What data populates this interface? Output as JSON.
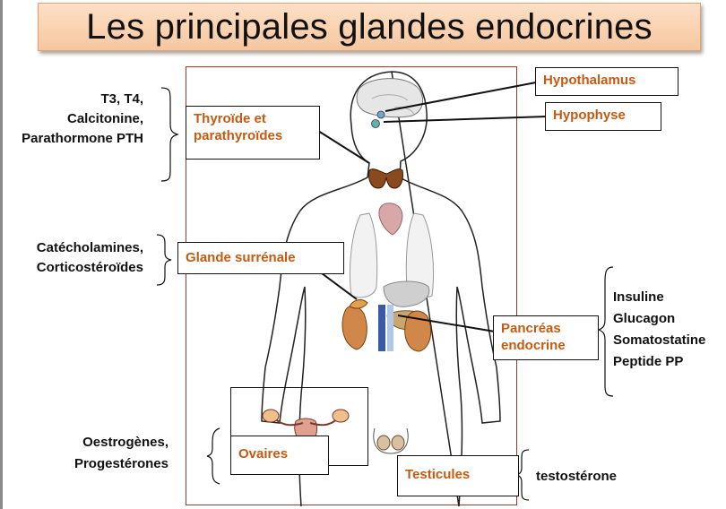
{
  "title": "Les principales glandes endocrines",
  "colors": {
    "label_text": "#c55a11",
    "title_bg": "#f9d3b3",
    "frame": "#9a3a2a"
  },
  "glands": {
    "hypothalamus": "Hypothalamus",
    "hypophyse": "Hypophyse",
    "thyroide_line1": "Thyroïde et",
    "thyroide_line2": "parathyroïdes",
    "surrenale": "Glande surrénale",
    "pancreas_line1": "Pancréas",
    "pancreas_line2": "endocrine",
    "ovaires": "Ovaires",
    "testicules": "Testicules"
  },
  "hormones": {
    "thyroide": [
      "T3, T4,",
      "Calcitonine,",
      "Parathormone PTH"
    ],
    "surrenale": [
      "Catécholamines,",
      "Corticostéroïdes"
    ],
    "pancreas": [
      "Insuline",
      "Glucagon",
      "Somatostatine",
      "Peptide PP"
    ],
    "ovaires": [
      "Oestrogènes,",
      "Progestérones"
    ],
    "testicules": [
      "testostérone"
    ]
  }
}
